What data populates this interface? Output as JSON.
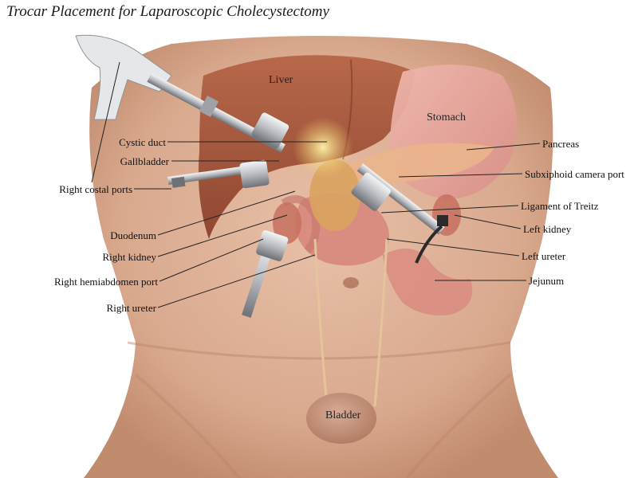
{
  "title": "Trocar Placement for Laparoscopic Cholecystectomy",
  "organs": {
    "liver": "Liver",
    "stomach": "Stomach",
    "bladder": "Bladder"
  },
  "labels_left": [
    {
      "key": "cystic-duct",
      "text": "Cystic duct"
    },
    {
      "key": "gallbladder",
      "text": "Gallbladder"
    },
    {
      "key": "right-costal-ports",
      "text": "Right costal ports"
    },
    {
      "key": "duodenum",
      "text": "Duodenum"
    },
    {
      "key": "right-kidney",
      "text": "Right kidney"
    },
    {
      "key": "right-hemiabdomen-port",
      "text": "Right hemiabdomen port"
    },
    {
      "key": "right-ureter",
      "text": "Right ureter"
    }
  ],
  "labels_right": [
    {
      "key": "pancreas",
      "text": "Pancreas"
    },
    {
      "key": "subxiphoid-camera-port",
      "text": "Subxiphoid camera port"
    },
    {
      "key": "ligament-of-treitz",
      "text": "Ligament of Treitz"
    },
    {
      "key": "left-kidney",
      "text": "Left kidney"
    },
    {
      "key": "left-ureter",
      "text": "Left ureter"
    },
    {
      "key": "jejunum",
      "text": "Jejunum"
    }
  ],
  "colors": {
    "skin": "#dcae95",
    "skin_shadow": "#b98266",
    "liver": "#a8593f",
    "stomach": "#e6a49c",
    "bladder": "#c48f78",
    "metal": "#8f9298",
    "steel_light": "#e9eaec"
  }
}
